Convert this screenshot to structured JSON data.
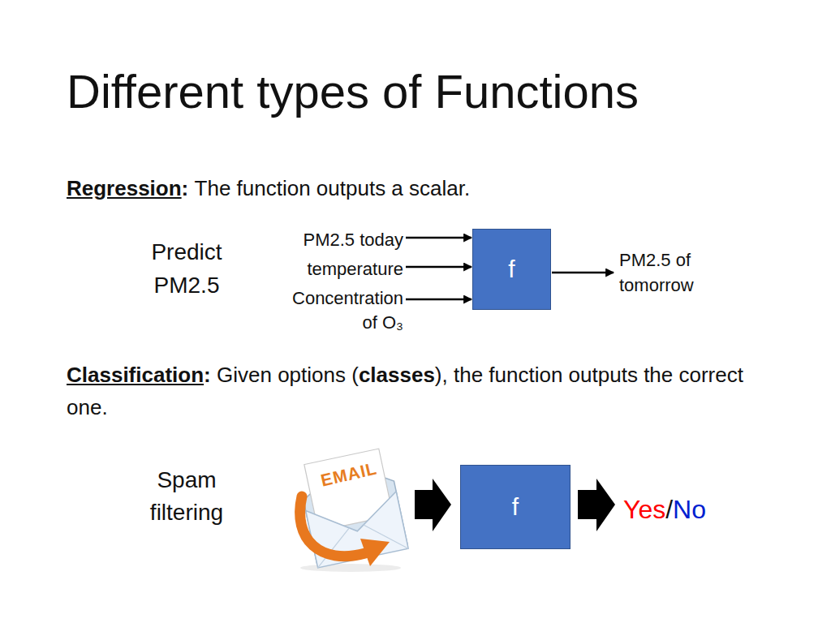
{
  "diagram": {
    "title": "Different types of Functions",
    "nodes": [
      {
        "text": [
          "f"
        ]
      },
      {
        "text": [
          "f"
        ]
      }
    ],
    "labels": [
      "Regression",
      ":",
      "The function outputs a scalar.",
      "Predict PM2.5",
      "PM2.5 today",
      "temperature",
      "Concentration of O₃",
      "PM2.5 of tomorrow",
      "Classification",
      ":",
      "Given options (",
      "classes",
      "), the function outputs the correct one.",
      "Spam filtering",
      "EMAIL",
      "Yes",
      "/",
      "No"
    ]
  }
}
